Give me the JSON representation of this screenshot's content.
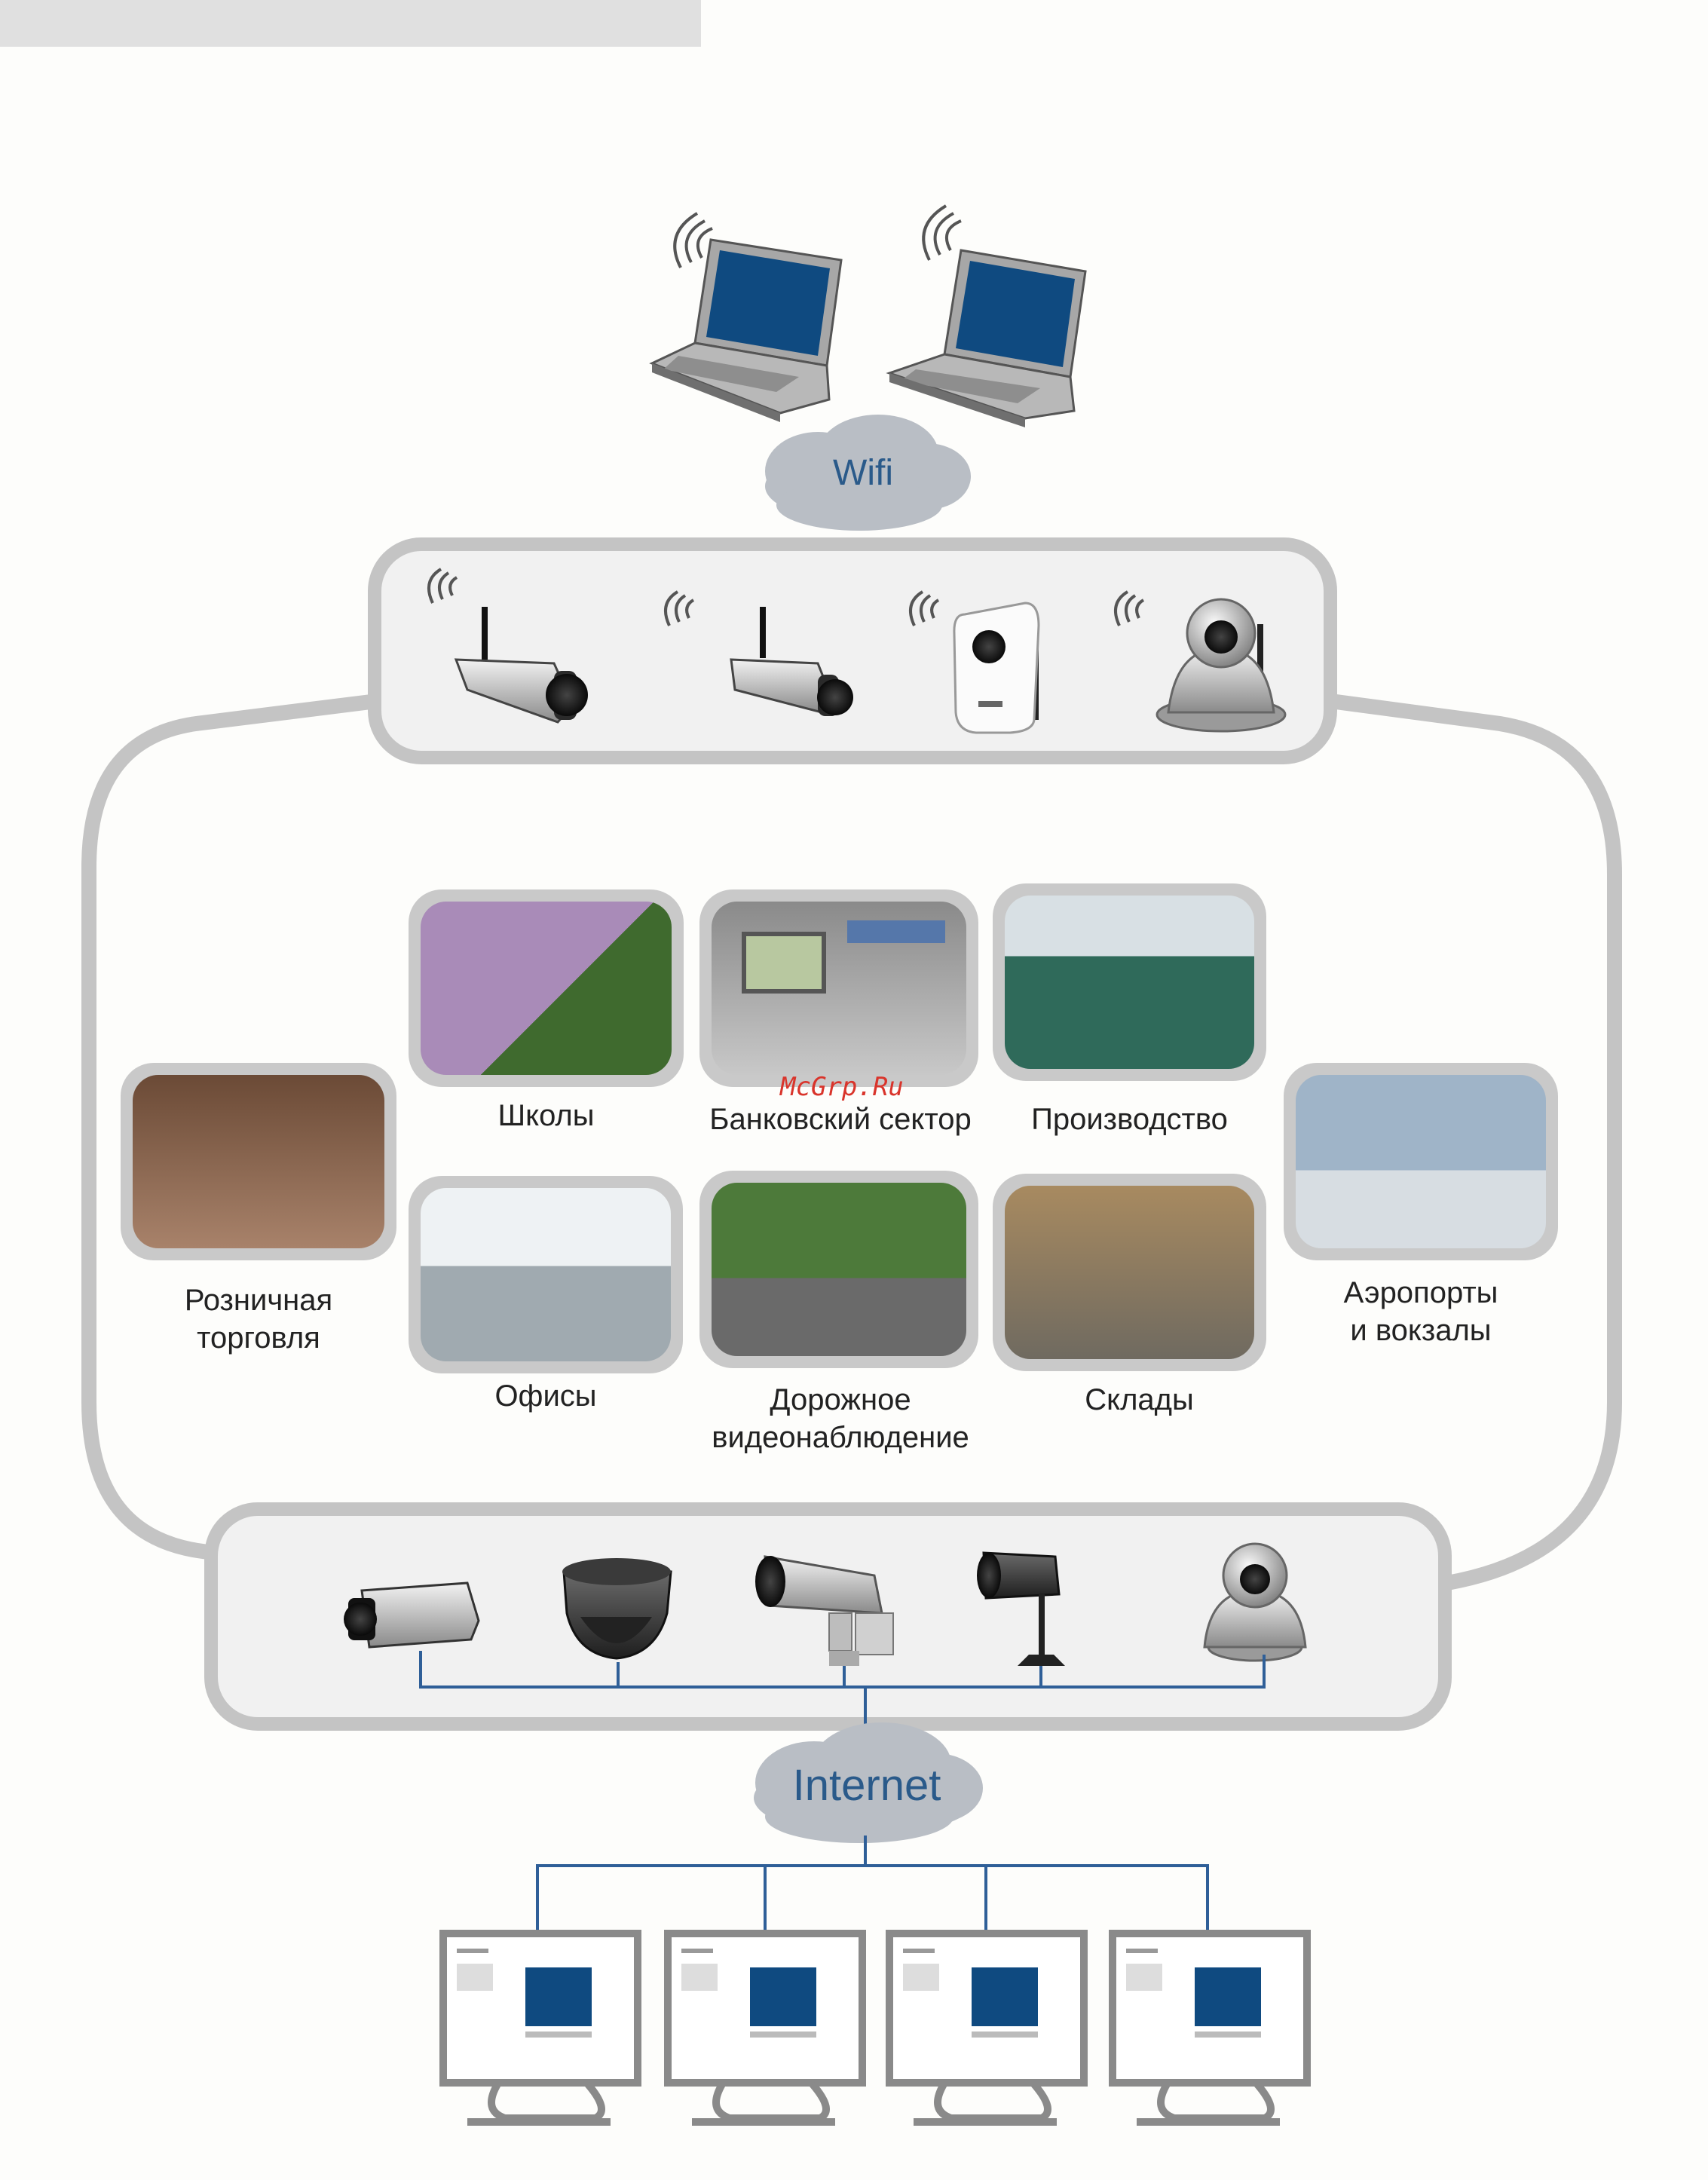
{
  "clouds": {
    "wifi": "Wifi",
    "internet": "Internet"
  },
  "applications": [
    {
      "id": "schools",
      "label_lines": [
        "Школы"
      ]
    },
    {
      "id": "banking",
      "label_lines": [
        "Банковский сектор"
      ]
    },
    {
      "id": "manufacturing",
      "label_lines": [
        "Производство"
      ]
    },
    {
      "id": "retail",
      "label_lines": [
        "Розничная",
        "торговля"
      ]
    },
    {
      "id": "offices",
      "label_lines": [
        "Офисы"
      ]
    },
    {
      "id": "traffic",
      "label_lines": [
        "Дорожное",
        "видеонаблюдение"
      ]
    },
    {
      "id": "warehouses",
      "label_lines": [
        "Склады"
      ]
    },
    {
      "id": "airports",
      "label_lines": [
        "Аэропорты",
        "и вокзалы"
      ]
    }
  ],
  "watermark": "McGrp.Ru",
  "colors": {
    "ring": "#c4c4c4",
    "line": "#2f5f98",
    "screen": "#0f4a80",
    "cloud": "#b9bec5",
    "cloud_text": "#2a5a8a"
  }
}
